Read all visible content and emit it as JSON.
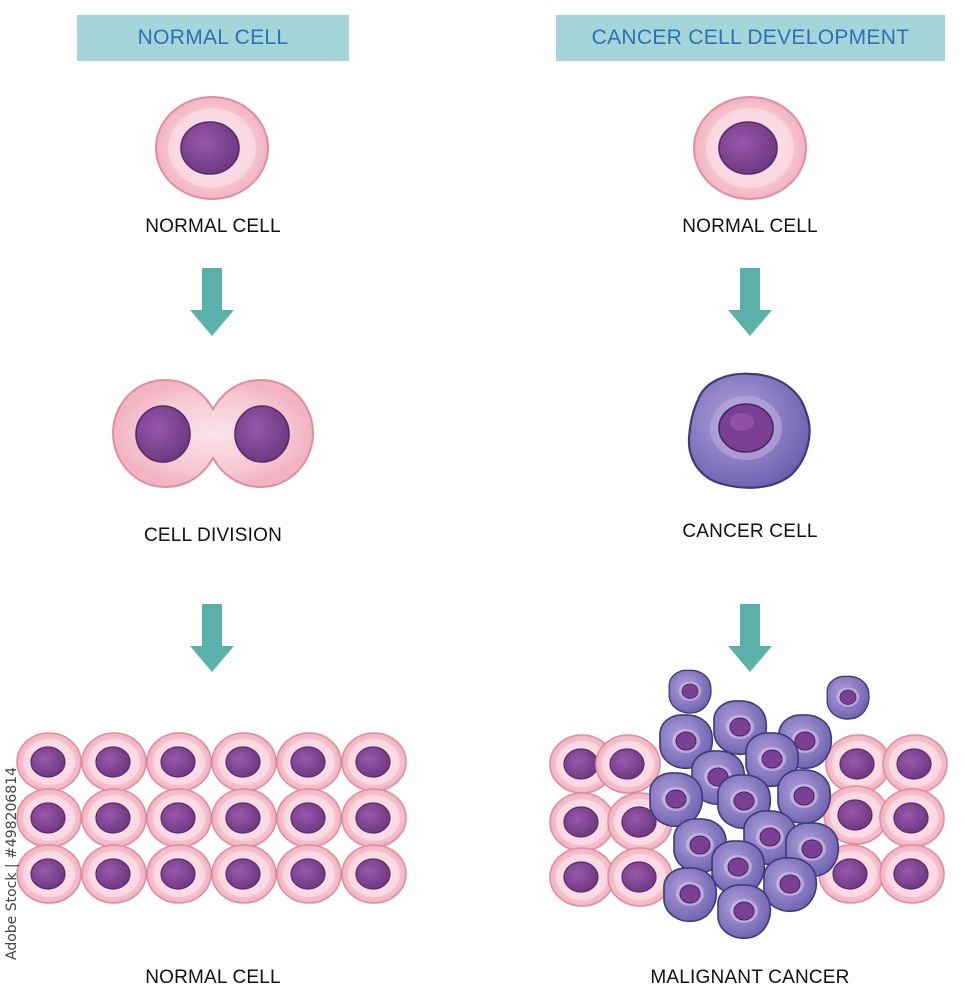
{
  "columns": {
    "normal": {
      "header": "NORMAL CELL",
      "labels": [
        "NORMAL CELL",
        "CELL DIVISION",
        "NORMAL CELL"
      ]
    },
    "cancer": {
      "header": "CANCER CELL DEVELOPMENT",
      "labels": [
        "NORMAL CELL",
        "CANCER CELL",
        "MALIGNANT CANCER"
      ]
    }
  },
  "watermark": "Adobe Stock | #498206814",
  "colors": {
    "header_bg": "#a4d6d9",
    "header_text": "#2e6fb5",
    "arrow": "#5bb1aa",
    "cell_outer": "#f6c3cf",
    "cell_border": "#e08da3",
    "cell_inner": "#fce6ec",
    "nucleus": "#8a4a9c",
    "nucleus_dark": "#5c2a6c",
    "cancer_cell": "#8d7ec4",
    "cancer_border": "#3e3a78",
    "cancer_nucleus": "#6a3d8c"
  },
  "icons": {
    "arrow": "down-arrow-icon"
  }
}
